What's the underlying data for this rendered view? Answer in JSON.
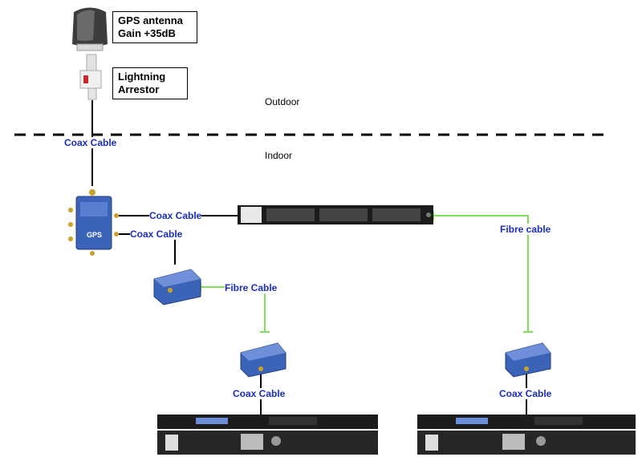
{
  "labels": {
    "gps_antenna": [
      "GPS antenna",
      "Gain +35dB"
    ],
    "lightning": [
      "Lightning",
      "Arrestor"
    ],
    "outdoor": "Outdoor",
    "indoor": "Indoor"
  },
  "cables": {
    "coax_top": "Coax Cable",
    "coax_right": "Coax Cable",
    "coax_lower": "Coax Cable",
    "fibre_mid": "Fibre Cable",
    "fibre_right": "Fibre cable",
    "coax_bottom_left": "Coax Cable",
    "coax_bottom_right": "Coax Cable"
  },
  "colors": {
    "coax": "#000000",
    "fibre": "#7ee05a",
    "label_text": "#1a2ec0",
    "device_blue": "#3b63b8",
    "rack": "#1c1c1c"
  },
  "device_text": {
    "gps_splitter": "GPS"
  }
}
